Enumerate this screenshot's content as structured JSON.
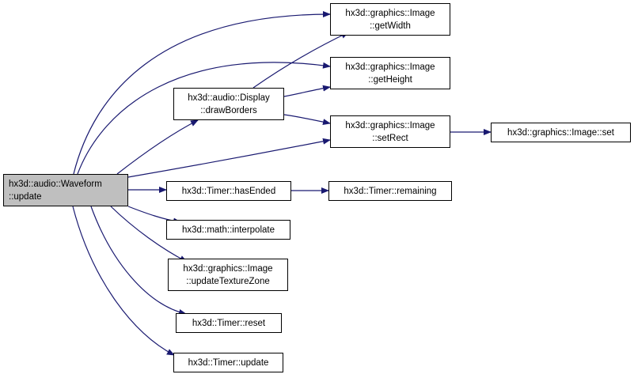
{
  "diagram": {
    "edge_color": "#191970",
    "root_fill": "#bfbfbf",
    "nodes": {
      "waveform_update": {
        "lines": [
          "hx3d::audio::Waveform",
          "::update"
        ]
      },
      "display_drawborders": {
        "lines": [
          "hx3d::audio::Display",
          "::drawBorders"
        ]
      },
      "image_getwidth": {
        "lines": [
          "hx3d::graphics::Image",
          "::getWidth"
        ]
      },
      "image_getheight": {
        "lines": [
          "hx3d::graphics::Image",
          "::getHeight"
        ]
      },
      "image_setrect": {
        "lines": [
          "hx3d::graphics::Image",
          "::setRect"
        ]
      },
      "image_set": {
        "lines": [
          "hx3d::graphics::Image::set"
        ]
      },
      "timer_hasended": {
        "lines": [
          "hx3d::Timer::hasEnded"
        ]
      },
      "timer_remaining": {
        "lines": [
          "hx3d::Timer::remaining"
        ]
      },
      "math_interpolate": {
        "lines": [
          "hx3d::math::interpolate"
        ]
      },
      "image_updatetexturezone": {
        "lines": [
          "hx3d::graphics::Image",
          "::updateTextureZone"
        ]
      },
      "timer_reset": {
        "lines": [
          "hx3d::Timer::reset"
        ]
      },
      "timer_update": {
        "lines": [
          "hx3d::Timer::update"
        ]
      }
    },
    "edges": [
      [
        "waveform_update",
        "image_getwidth"
      ],
      [
        "waveform_update",
        "image_getheight"
      ],
      [
        "waveform_update",
        "display_drawborders"
      ],
      [
        "waveform_update",
        "image_setrect"
      ],
      [
        "waveform_update",
        "timer_hasended"
      ],
      [
        "waveform_update",
        "math_interpolate"
      ],
      [
        "waveform_update",
        "image_updatetexturezone"
      ],
      [
        "waveform_update",
        "timer_reset"
      ],
      [
        "waveform_update",
        "timer_update"
      ],
      [
        "display_drawborders",
        "image_getwidth"
      ],
      [
        "display_drawborders",
        "image_getheight"
      ],
      [
        "display_drawborders",
        "image_setrect"
      ],
      [
        "image_setrect",
        "image_set"
      ],
      [
        "timer_hasended",
        "timer_remaining"
      ]
    ]
  }
}
